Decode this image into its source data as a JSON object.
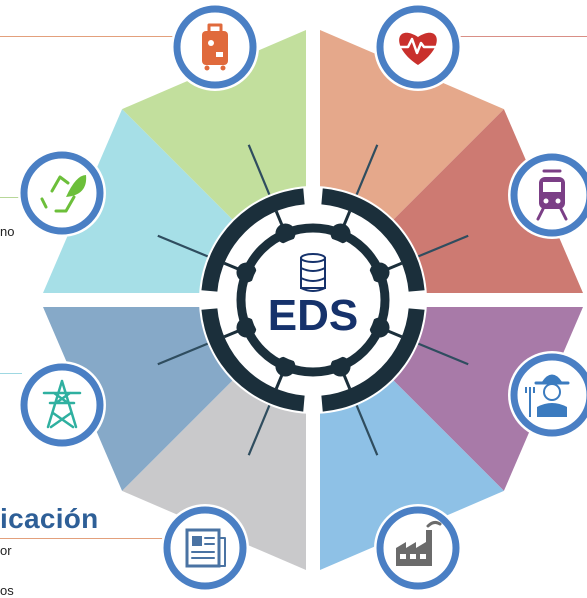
{
  "hub": {
    "label": "EDS",
    "icon": "database-icon"
  },
  "sectors": [
    {
      "icon": "suitcase-icon",
      "color": "#e5a88b",
      "accent": "#e06a3c"
    },
    {
      "icon": "heart-pulse-icon",
      "color": "#cd7a72",
      "accent": "#c9302c"
    },
    {
      "icon": "train-icon",
      "color": "#a87aa8",
      "accent": "#7b3f86"
    },
    {
      "icon": "farmer-icon",
      "color": "#8ec1e6",
      "accent": "#3b7bbf"
    },
    {
      "icon": "factory-icon",
      "color": "#c9c9cb",
      "accent": "#6b6b6b"
    },
    {
      "icon": "newspaper-icon",
      "color": "#86a9c8",
      "accent": "#4a73a3"
    },
    {
      "icon": "power-tower-icon",
      "color": "#a6dfe7",
      "accent": "#2fb0a0"
    },
    {
      "icon": "recycle-icon",
      "color": "#c2df9d",
      "accent": "#6cbf3a"
    }
  ],
  "side_text": {
    "heading": "icación",
    "frag_1": "no",
    "frag_2": "or",
    "frag_3": "os"
  },
  "colors": {
    "hub_dark": "#1b2f3b",
    "ring_blue": "#4a7fc4",
    "heading_blue": "#2e5f97",
    "eds_navy": "#16326b"
  }
}
